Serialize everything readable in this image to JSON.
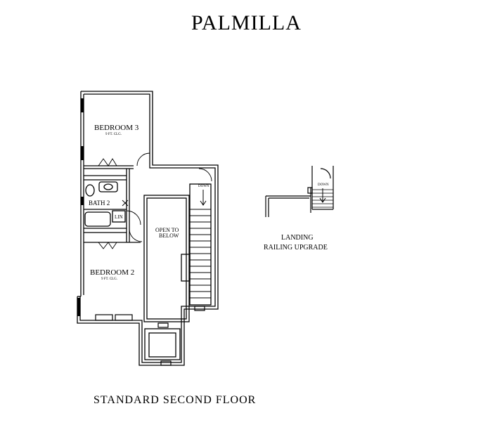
{
  "title": "PALMILLA",
  "caption": "STANDARD SECOND FLOOR",
  "rooms": {
    "bedroom3": {
      "name": "BEDROOM 3",
      "ceiling": "9 FT. CLG."
    },
    "bedroom2": {
      "name": "BEDROOM 2",
      "ceiling": "9 FT. CLG."
    },
    "bath2": "BATH 2",
    "linen": "LIN",
    "open_to_below_line1": "OPEN TO",
    "open_to_below_line2": "BELOW",
    "stair_down": "DOWN"
  },
  "landing_option": {
    "line1": "LANDING",
    "line2": "RAILING UPGRADE",
    "stair_down": "DOWN"
  }
}
